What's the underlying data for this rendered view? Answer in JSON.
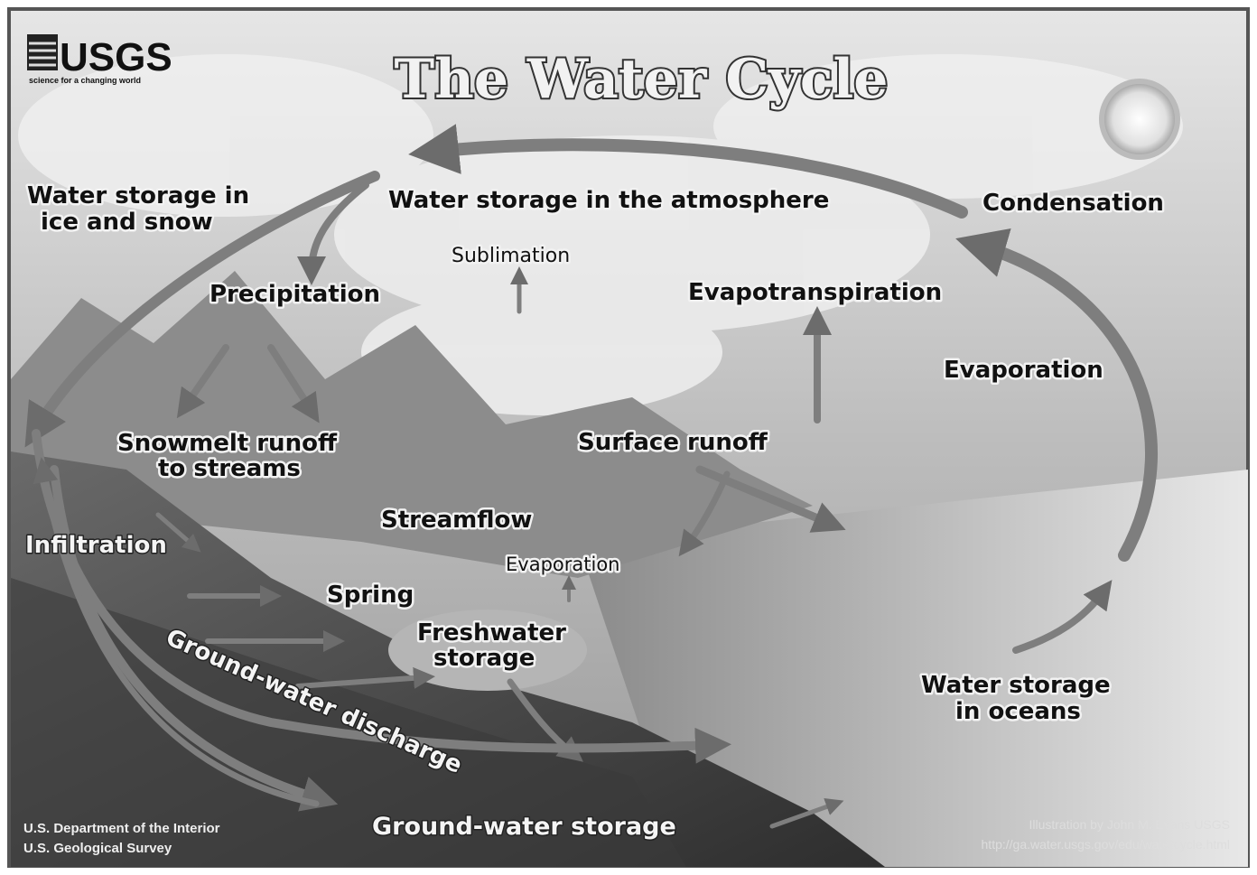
{
  "title": "The Water Cycle",
  "logo": {
    "text": "USGS",
    "tagline": "science for a changing world"
  },
  "labels": {
    "ice_snow_1": "Water storage in",
    "ice_snow_2": "ice and snow",
    "atmosphere": "Water storage in the atmosphere",
    "condensation": "Condensation",
    "sublimation": "Sublimation",
    "precipitation": "Precipitation",
    "evapotranspiration": "Evapotranspiration",
    "evaporation": "Evaporation",
    "snowmelt_1": "Snowmelt runoff",
    "snowmelt_2": "to streams",
    "surface_runoff": "Surface runoff",
    "streamflow": "Streamflow",
    "infiltration": "Infiltration",
    "evaporation_small": "Evaporation",
    "spring": "Spring",
    "freshwater_1": "Freshwater",
    "freshwater_2": "storage",
    "groundwater_discharge": "Ground-water  discharge",
    "oceans_1": "Water storage",
    "oceans_2": "in oceans",
    "groundwater_storage": "Ground-water storage"
  },
  "footer": {
    "dept_1": "U.S. Department of the Interior",
    "dept_2": "U.S. Geological Survey",
    "credit_1": "Illustration by John M. Evans USGS",
    "credit_2": "http://ga.water.usgs.gov/edu/watercycle.html"
  },
  "colors": {
    "sky": "#d8d8d8",
    "land_dark": "#4a4a4a",
    "ocean": "#cfcfcf",
    "arrow": "#8a8a8a"
  }
}
